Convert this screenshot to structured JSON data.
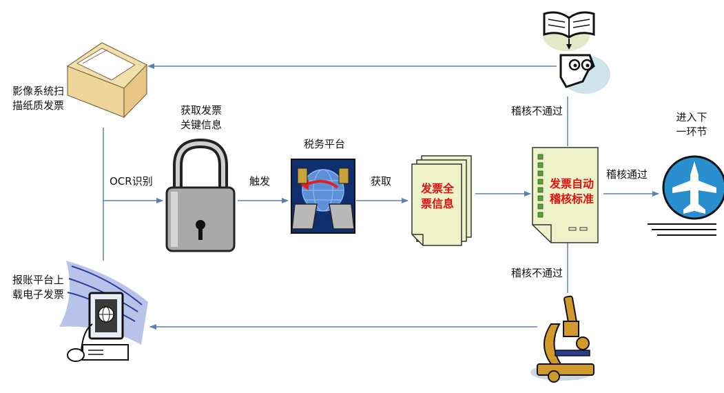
{
  "labels": {
    "scan_line1": "影像系统扫",
    "scan_line2": "描纸质发票",
    "upload_line1": "报账平台上",
    "upload_line2": "载电子发票",
    "ocr": "OCR识别",
    "key_info_line1": "获取发票",
    "key_info_line2": "关键信息",
    "trigger": "触发",
    "tax_platform": "税务平台",
    "fetch": "获取",
    "fail_top": "稽核不通过",
    "fail_bottom": "稽核不通过",
    "pass": "稽核通过",
    "next_line1": "进入下",
    "next_line2": "一环节"
  },
  "documents": {
    "full_info_line1": "发票全",
    "full_info_line2": "票信息",
    "audit_line1": "发票自动",
    "audit_line2": "稽核标准"
  },
  "colors": {
    "arrow": "#5a7fb5",
    "doc_fill": "#eef2c8",
    "doc_text": "#e01010",
    "plane_circle": "#2a8fcf",
    "lock_body": "#a9a9a9",
    "microscope": "#d29a2a"
  }
}
